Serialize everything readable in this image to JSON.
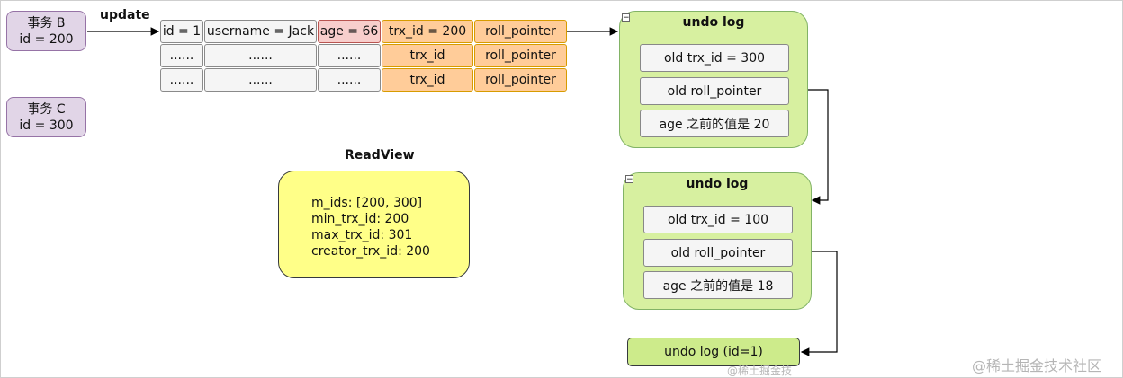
{
  "transactions": {
    "b": {
      "name": "事务 B",
      "id_text": "id = 200"
    },
    "c": {
      "name": "事务 C",
      "id_text": "id = 300"
    }
  },
  "update_label": "update",
  "row_table": {
    "rows": [
      [
        "id = 1",
        "username = Jack",
        "age = 66",
        "trx_id = 200",
        "roll_pointer"
      ],
      [
        "......",
        "......",
        "......",
        "trx_id",
        "roll_pointer"
      ],
      [
        "......",
        "......",
        "......",
        "trx_id",
        "roll_pointer"
      ]
    ]
  },
  "readview": {
    "title": "ReadView",
    "lines": [
      "m_ids: [200, 300]",
      "min_trx_id: 200",
      "max_trx_id: 301",
      "creator_trx_id: 200"
    ]
  },
  "undo_logs": [
    {
      "title": "undo log",
      "collapse_glyph": "−",
      "items": [
        "old trx_id = 300",
        "old roll_pointer",
        "age 之前的值是 20"
      ]
    },
    {
      "title": "undo log",
      "collapse_glyph": "−",
      "items": [
        "old trx_id = 100",
        "old roll_pointer",
        "age 之前的值是 18"
      ]
    }
  ],
  "final_undo_log": "undo log (id=1)",
  "watermarks": {
    "center": "@稀土掘金技",
    "corner": "@稀土掘金技术社区"
  },
  "colors": {
    "transaction_fill": "#e1d5e7",
    "gray_cell": "#f5f5f5",
    "pink_cell": "#f8cecc",
    "orange_cell": "#ffcc99",
    "undo_fill": "#d7f0a0",
    "readview_fill": "#ffff88"
  }
}
